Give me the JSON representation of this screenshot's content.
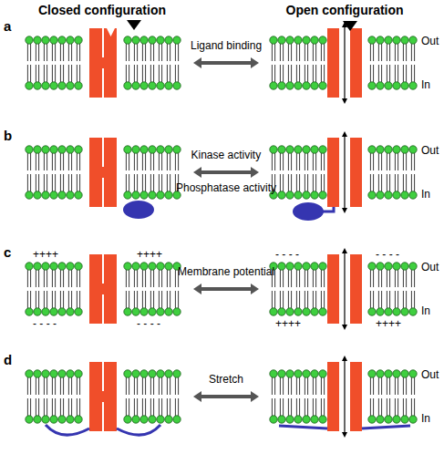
{
  "diagram": {
    "labels": [
      "Closed configuration",
      "Open configuration",
      "a",
      "Out",
      "In",
      "Ligand binding",
      "b",
      "Out",
      "In",
      "Kinase activity",
      "Phosphatase activity",
      "c",
      "++++",
      "++++",
      "- - - -",
      "- - - -",
      "Out",
      "In",
      "- - - -",
      "- - - -",
      "++++",
      "++++",
      "Membrane potential",
      "d",
      "Out",
      "In",
      "Stretch"
    ]
  }
}
